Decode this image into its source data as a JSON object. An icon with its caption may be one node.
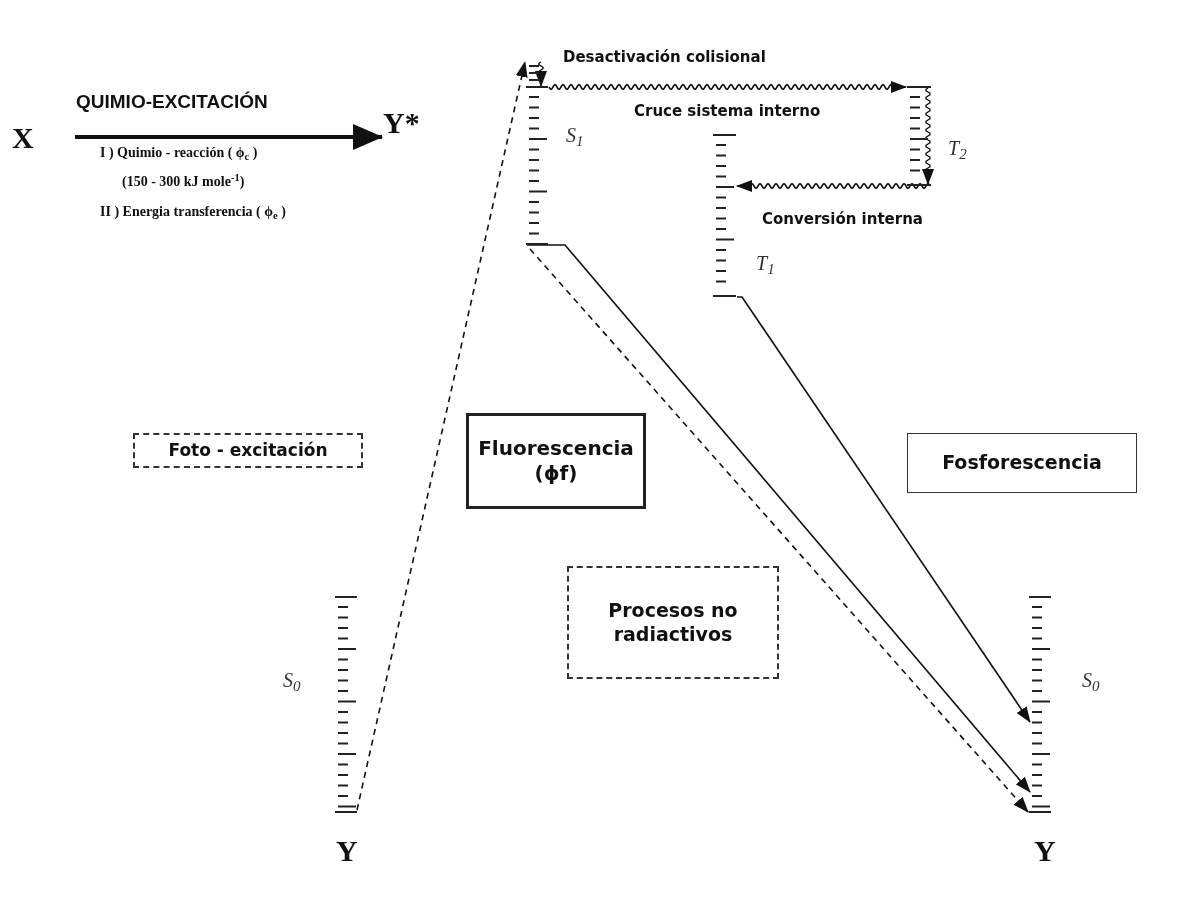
{
  "diagram": {
    "nodes": [
      {
        "text": [
          "X"
        ]
      },
      {
        "text": [
          "Y*"
        ]
      },
      {
        "text": [],
        "shape": "bar",
        "beside": [
          "S$_{1}$"
        ]
      },
      {
        "text": [],
        "shape": "bar",
        "beside": [
          "T$_{2}$"
        ]
      },
      {
        "text": [],
        "shape": "bar",
        "beside": [
          "T$_{1}$"
        ]
      },
      {
        "text": [],
        "shape": "bar",
        "beside": [
          "S$_{0}$",
          "Y"
        ]
      },
      {
        "text": [],
        "shape": "bar",
        "beside": [
          "S$_{0}$",
          "Y"
        ]
      },
      {
        "text": [
          "Foto - excitación"
        ]
      },
      {
        "text": [
          "Fluorescencia",
          "(ϕf)"
        ]
      },
      {
        "text": [
          "Procesos no radiactivos"
        ]
      },
      {
        "text": [
          "Fosforescencia"
        ]
      }
    ],
    "edges": [
      {
        "from": 0,
        "to": 1,
        "arrow": "to",
        "style": "thick",
        "label": "QUIMIO-EXCITACIÓN"
      },
      {
        "from": 5,
        "to": 2,
        "arrow": "to",
        "style": "dashed"
      },
      {
        "from": 2,
        "to": 3,
        "arrow": "to",
        "label": "Cruce sistema interno"
      },
      {
        "from": 3,
        "to": 4,
        "arrow": "to",
        "label": "Conversión interna"
      },
      {
        "from": 2,
        "to": 6,
        "arrow": "to"
      },
      {
        "from": 2,
        "to": 6,
        "arrow": "to",
        "style": "dashed"
      },
      {
        "from": 4,
        "to": 6,
        "arrow": "to"
      }
    ],
    "labels": [
      "I ) Quimio - reacción ( ϕ$_{c}$ )",
      "(150 - 300 kJ mole$^{-1}$)",
      "II ) Energia transferencia ( ϕ$_{e}$ )",
      "Desactivación colisional"
    ]
  }
}
